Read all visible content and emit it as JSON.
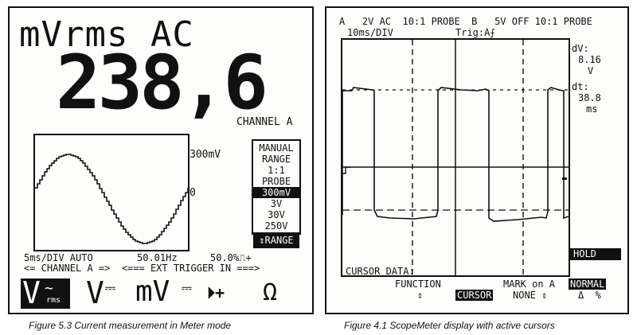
{
  "left": {
    "unit_title": "mVrms AC",
    "reading": "238,6",
    "channel_label": "CHANNEL A",
    "scale_top": "300mV",
    "scale_zero": "0",
    "range_menu": [
      "MANUAL",
      "RANGE",
      "1:1",
      "PROBE",
      "300mV",
      "3V",
      "30V",
      "250V"
    ],
    "range_menu_selected": "300mV",
    "range_button": "⇕RANGE",
    "status_time": "5ms/DIV AUTO",
    "status_freq": "50.01Hz",
    "status_duty": "50.0%⎍+",
    "status_line2": "<= CHANNEL A =>  <=== EXT TRIGGER IN ===>",
    "softkeys": {
      "v_ac_main": "V",
      "v_ac_sub": "rms",
      "v_dc": "V",
      "mv_dc": "mV",
      "diode": "⏵+",
      "ohm": "Ω"
    },
    "caption": "Figure 5.3   Current measurement in Meter mode"
  },
  "right": {
    "header_line1": "A   2V AC  10:1 PROBE  B   5V OFF 10:1 PROBE",
    "header_time": "10ms/DIV",
    "header_trig": "Trig:A⨍",
    "dv_label": "dV:",
    "dv_value": "8.16",
    "dv_unit": "V",
    "dt_label": "dt:",
    "dt_value": "38.8",
    "dt_unit": "ms",
    "hold": "HOLD",
    "cursor_data": "CURSOR DATA:",
    "function_label": "FUNCTION",
    "function_arrow": "⇕",
    "cursor_button": "CURSOR",
    "mark_label": "MARK on A",
    "mark_value": "NONE ⇕",
    "normal_button": "NORMAL",
    "delta_label": "Δ  %",
    "caption": "Figure 4.1   ScopeMeter display with active cursors"
  }
}
